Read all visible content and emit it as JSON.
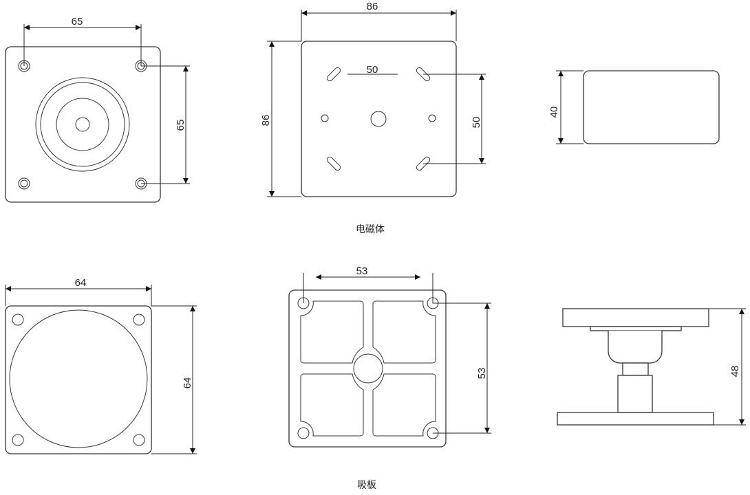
{
  "electromagnet": {
    "caption": "电磁体",
    "front_view": {
      "hole_spacing_h": "65",
      "hole_spacing_v": "65"
    },
    "back_view": {
      "width": "86",
      "height": "86",
      "slot_spacing_h": "50",
      "slot_spacing_v": "50"
    },
    "side_view": {
      "thickness": "40"
    }
  },
  "armature_plate": {
    "caption": "吸板",
    "front_view": {
      "width": "64",
      "height": "64"
    },
    "back_view": {
      "hole_spacing_h": "53",
      "hole_spacing_v": "53"
    },
    "side_view": {
      "height": "48"
    }
  }
}
